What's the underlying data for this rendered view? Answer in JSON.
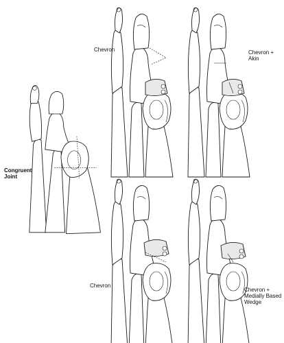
{
  "labels": {
    "congruent": "Congruent\nJoint",
    "chevron_top": "Chevron",
    "chevron_akin": "Chevron +\nAkin",
    "chevron_bottom": "Chevron",
    "chevron_wedge": "Chevron +\nMedially Based\nWedge"
  },
  "colors": {
    "line": "#1a1a1a",
    "background": "#ffffff",
    "hardware": "#e9e9e9"
  }
}
